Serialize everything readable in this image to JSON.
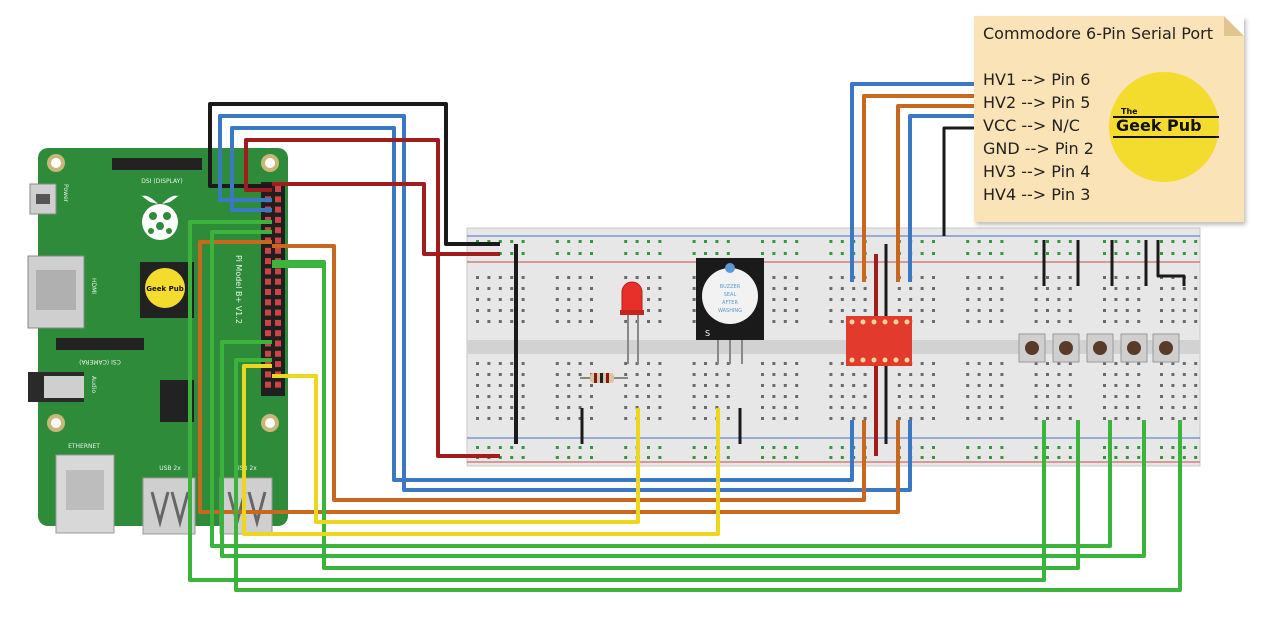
{
  "note": {
    "title": "Commodore 6-Pin Serial Port",
    "lines": [
      "HV1 --> Pin 6",
      "HV2 --> Pin 5",
      "VCC --> N/C",
      "GND --> Pin 2",
      "HV3 --> Pin 4",
      "HV4 --> Pin 3"
    ],
    "logo_the": "The",
    "logo_name": "Geek Pub"
  },
  "board": {
    "dsi_label": "DSI (DISPLAY)",
    "csi_label": "CSI (CAMERA)",
    "power_label": "Power",
    "hdmi_label": "HDMI",
    "audio_label": "Audio",
    "ethernet_label": "ETHERNET",
    "usb_label_1": "USB 2x",
    "usb_label_2": "USB 2x",
    "model_label": "Pi Model B+ V1.2",
    "chip_logo": "Geek Pub"
  },
  "buzzer": {
    "text": [
      "BUZZER",
      "SEAL",
      "AFTER",
      "WASHING"
    ],
    "pin_label": "S"
  },
  "colors": {
    "board_green": "#2e8b3a",
    "wire_black": "#1a1a1a",
    "wire_blue": "#3b78c3",
    "wire_red": "#a11c1c",
    "wire_orange": "#c8681e",
    "wire_green": "#3cb43c",
    "wire_yellow": "#ecd61e",
    "note_bg": "#fbe3b8",
    "logo_yellow": "#f4dc2e",
    "level_shifter_red": "#e23b2e"
  }
}
